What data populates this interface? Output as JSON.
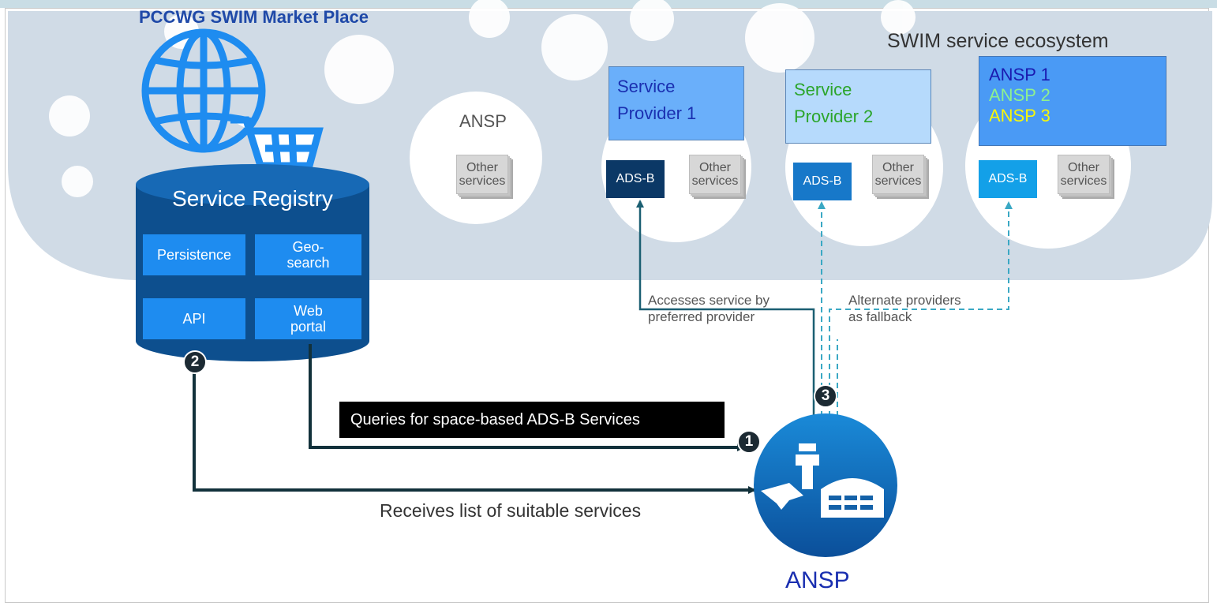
{
  "header": {
    "marketplace_title": "PCCWG SWIM Market Place",
    "ecosystem_title": "SWIM service ecosystem"
  },
  "registry": {
    "title": "Service Registry",
    "boxes": [
      "Persistence",
      "Geo-\nsearch",
      "API",
      "Web\nportal"
    ]
  },
  "ecosystem": {
    "ansp_label": "ANSP",
    "other_services_label": "Other\nservices",
    "adsb_label": "ADS-B",
    "provider1": "Service\nProvider 1",
    "provider2": "Service\nProvider 2",
    "legend": [
      "ANSP 1",
      "ANSP 2",
      "ANSP 3"
    ]
  },
  "flows": {
    "accesses": "Accesses service by\npreferred provider",
    "alternate": "Alternate providers\nas fallback",
    "queries": "Queries for space-based ADS-B Services",
    "receives": "Receives list of suitable services"
  },
  "steps": [
    "1",
    "2",
    "3"
  ],
  "ansp_bottom": "ANSP",
  "colors": {
    "ecosystem_bg": "#d0dbe6",
    "registry_blue": "#0d4f8e",
    "registry_box": "#1e8cf0",
    "adsb_dark": "#0b3866",
    "adsb_mid": "#1778c9",
    "adsb_light": "#13a0e8",
    "provider1_box": "#6aaffa",
    "provider2_box": "#b6dafc",
    "legend_box": "#4a9af5",
    "ansp1_text": "#1a1ab0",
    "ansp2_text": "#8ff08f",
    "ansp3_text": "#f7f70a",
    "provider1_text": "#1a2fb0",
    "provider2_text": "#2ba52b",
    "flow_solid": "#1b4f5e",
    "flow_dashed": "#3aa8c4"
  }
}
